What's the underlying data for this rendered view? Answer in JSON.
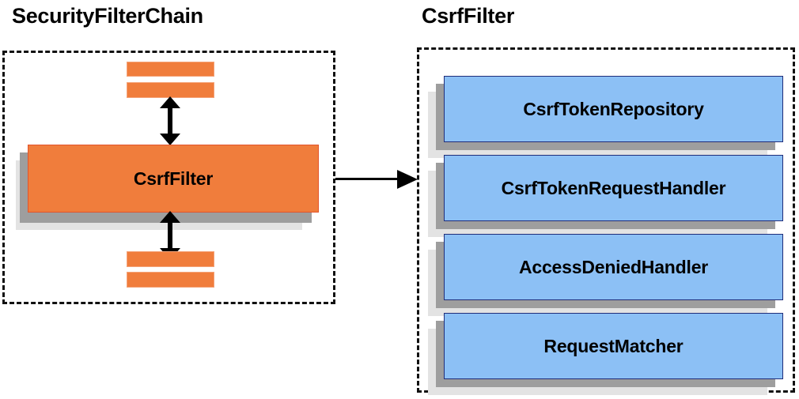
{
  "diagram": {
    "title_left": "SecurityFilterChain",
    "title_right": "CsrfFilter",
    "colors": {
      "filter_orange": "#F07D3C",
      "collaborator_blue": "#8CC0F5",
      "shadow_dark": "#9E9E9E",
      "shadow_light": "#E3E3E3",
      "frame_border": "#111111",
      "arrow": "#000000"
    },
    "left_panel": {
      "label": "SecurityFilterChain",
      "filters_above": [
        {
          "label": ""
        },
        {
          "label": ""
        }
      ],
      "highlighted_filter": {
        "label": "CsrfFilter"
      },
      "filters_below": [
        {
          "label": ""
        },
        {
          "label": ""
        }
      ],
      "arrows": [
        {
          "name": "filter-chain-arrow-above",
          "direction": "bidirectional-vertical"
        },
        {
          "name": "filter-chain-arrow-below",
          "direction": "bidirectional-vertical"
        }
      ]
    },
    "connector": {
      "name": "csrffilter-detail-arrow",
      "direction": "right",
      "from": "CsrfFilter",
      "to": "CsrfFilter detail"
    },
    "right_panel": {
      "label": "CsrfFilter",
      "collaborators": [
        {
          "label": "CsrfTokenRepository"
        },
        {
          "label": "CsrfTokenRequestHandler"
        },
        {
          "label": "AccessDeniedHandler"
        },
        {
          "label": "RequestMatcher"
        }
      ]
    }
  }
}
